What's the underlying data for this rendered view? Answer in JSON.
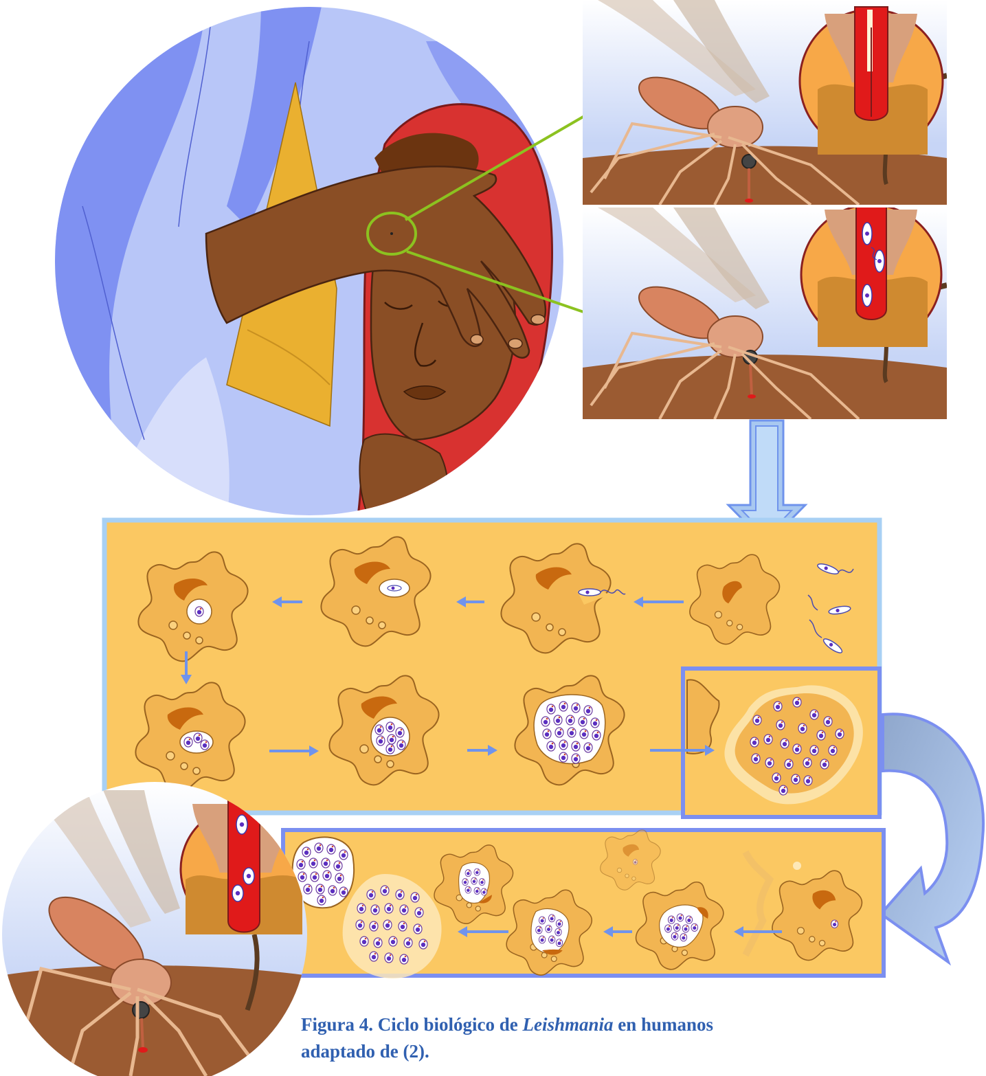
{
  "figure": {
    "caption": {
      "prefix": "Figura 4. Ciclo biológico de ",
      "genus": "Leishmania",
      "suffix": " en humanos adaptado de (2)."
    }
  },
  "colors": {
    "panel_bg": "#fbc862",
    "panel_border_light": "#a8d0f4",
    "panel_border_blue": "#7b8ff0",
    "arrow": "#6f93ec",
    "cell_fill": "#f2b552",
    "cell_stroke": "#9a6420",
    "nucleus": "#c8690f",
    "parasite_nucleus": "#5b2fc0",
    "skin": "#8a4e25",
    "headscarf": "#d83230",
    "robe": "#b3c0f7",
    "robe_dark": "#7f91f2",
    "blood": "#e01a1a",
    "ground": "#9b5b32",
    "sky": "#cfdcf8"
  }
}
